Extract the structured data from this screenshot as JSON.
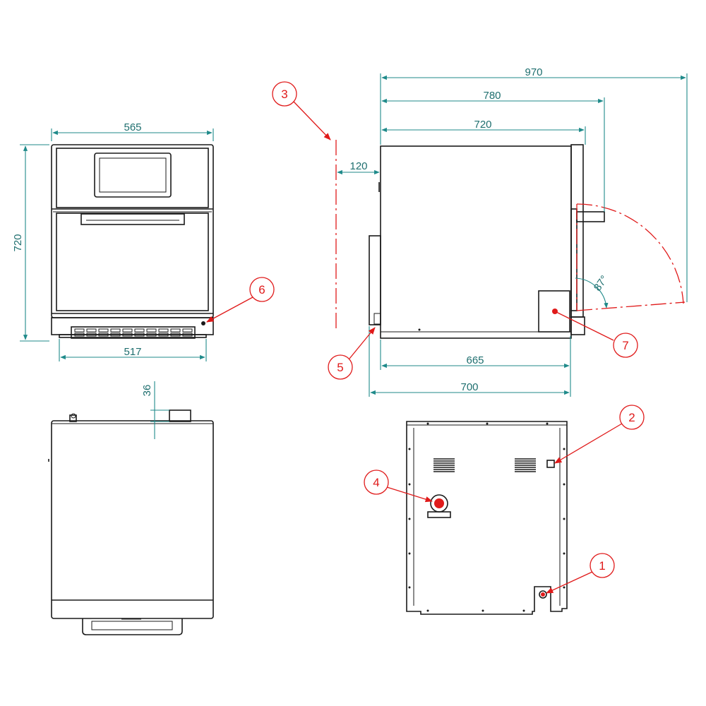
{
  "dimensions": {
    "front_width": "565",
    "front_height": "720",
    "front_base_width": "517",
    "top_offset": "36",
    "side_total": "970",
    "side_780": "780",
    "side_720": "720",
    "side_clearance": "120",
    "side_665": "665",
    "side_700": "700",
    "door_angle": "87°"
  },
  "callouts": {
    "c1": "1",
    "c2": "2",
    "c3": "3",
    "c4": "4",
    "c5": "5",
    "c6": "6",
    "c7": "7"
  },
  "colors": {
    "outline": "#1a1a1a",
    "dimension": "#1f8a8a",
    "callout": "#e01a1a"
  }
}
